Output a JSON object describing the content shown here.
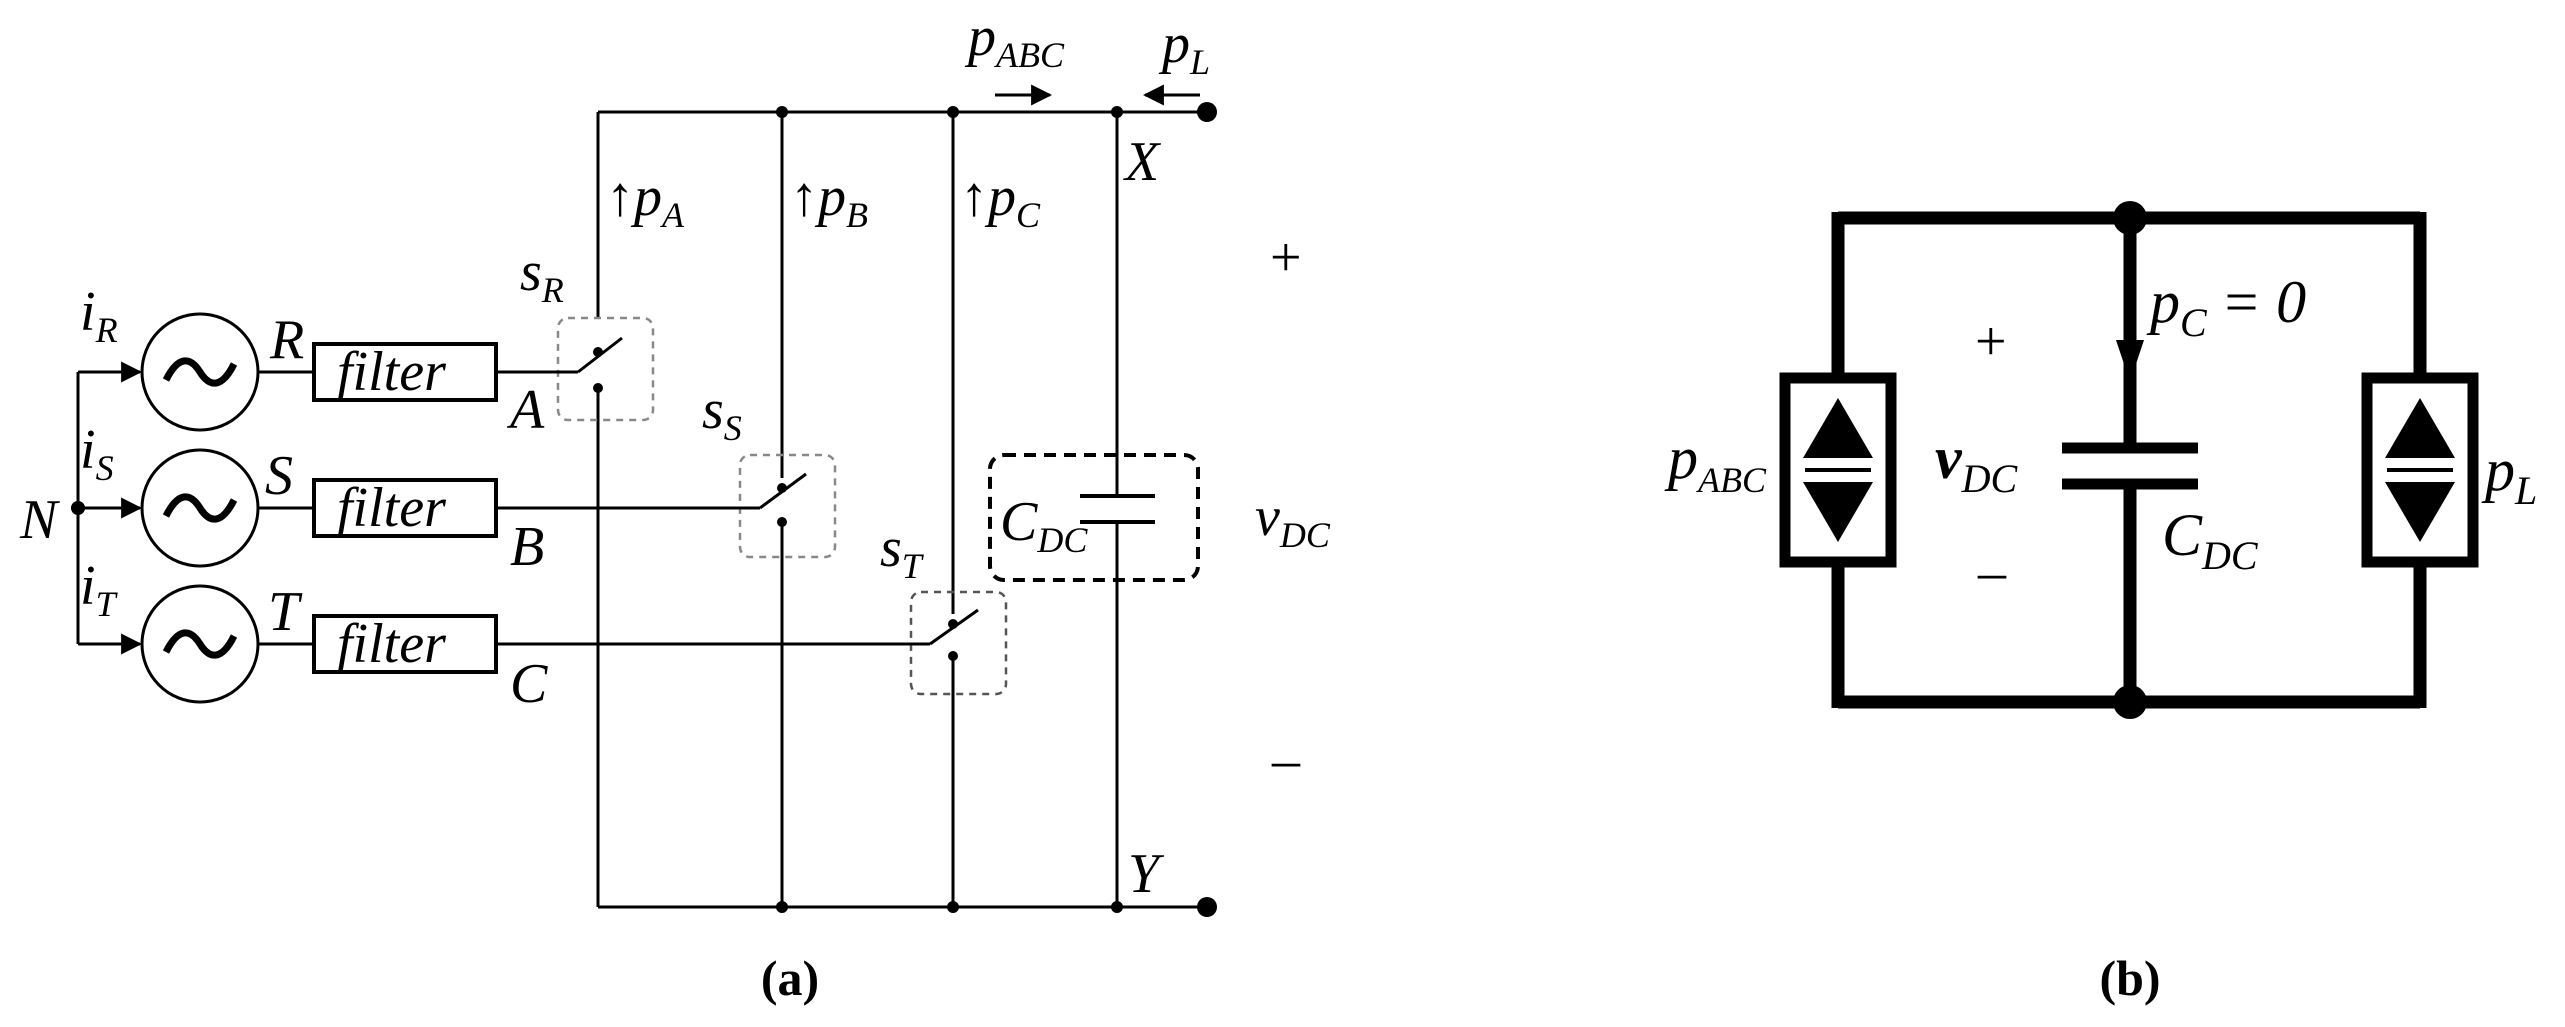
{
  "panel_a": {
    "caption": "(a)",
    "node_neutral": "N",
    "phases": [
      {
        "current": "i",
        "current_sub": "R",
        "node": "R",
        "filter": "filter",
        "output": "A"
      },
      {
        "current": "i",
        "current_sub": "S",
        "node": "S",
        "filter": "filter",
        "output": "B"
      },
      {
        "current": "i",
        "current_sub": "T",
        "node": "T",
        "filter": "filter",
        "output": "C"
      }
    ],
    "switches": [
      {
        "label": "s",
        "sub": "R"
      },
      {
        "label": "s",
        "sub": "S"
      },
      {
        "label": "s",
        "sub": "T"
      }
    ],
    "leg_powers": [
      {
        "arrow": "↑",
        "label": "p",
        "sub": "A"
      },
      {
        "arrow": "↑",
        "label": "p",
        "sub": "B"
      },
      {
        "arrow": "↑",
        "label": "p",
        "sub": "C"
      }
    ],
    "p_abc": {
      "label": "p",
      "sub": "ABC"
    },
    "p_load": {
      "label": "p",
      "sub": "L"
    },
    "node_top": "X",
    "node_bottom": "Y",
    "capacitor": {
      "label": "C",
      "sub": "DC"
    },
    "plus": "+",
    "minus": "–",
    "voltage": {
      "label": "v",
      "sub": "DC"
    }
  },
  "panel_b": {
    "caption": "(b)",
    "p_cap": {
      "label": "p",
      "sub": "C",
      "value": "= 0"
    },
    "plus": "+",
    "minus": "–",
    "voltage": {
      "label": "v",
      "sub": "DC"
    },
    "capacitor": {
      "label": "C",
      "sub": "DC"
    },
    "left_source": {
      "label": "p",
      "sub": "ABC"
    },
    "right_source": {
      "label": "p",
      "sub": "L"
    }
  }
}
